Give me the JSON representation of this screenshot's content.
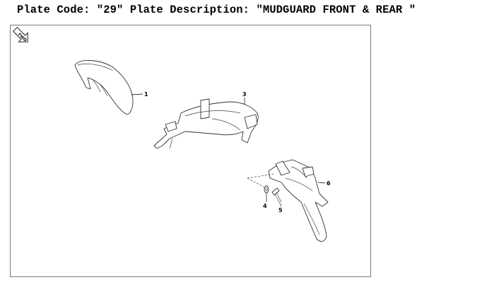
{
  "header": {
    "title": "Plate Code: \"29\" Plate Description: \"MUDGUARD FRONT & REAR \""
  },
  "diagram": {
    "fwd_label": "FWD",
    "callouts": [
      {
        "label": "1"
      },
      {
        "label": "3"
      },
      {
        "label": "4"
      },
      {
        "label": "5"
      },
      {
        "label": "6"
      }
    ]
  }
}
